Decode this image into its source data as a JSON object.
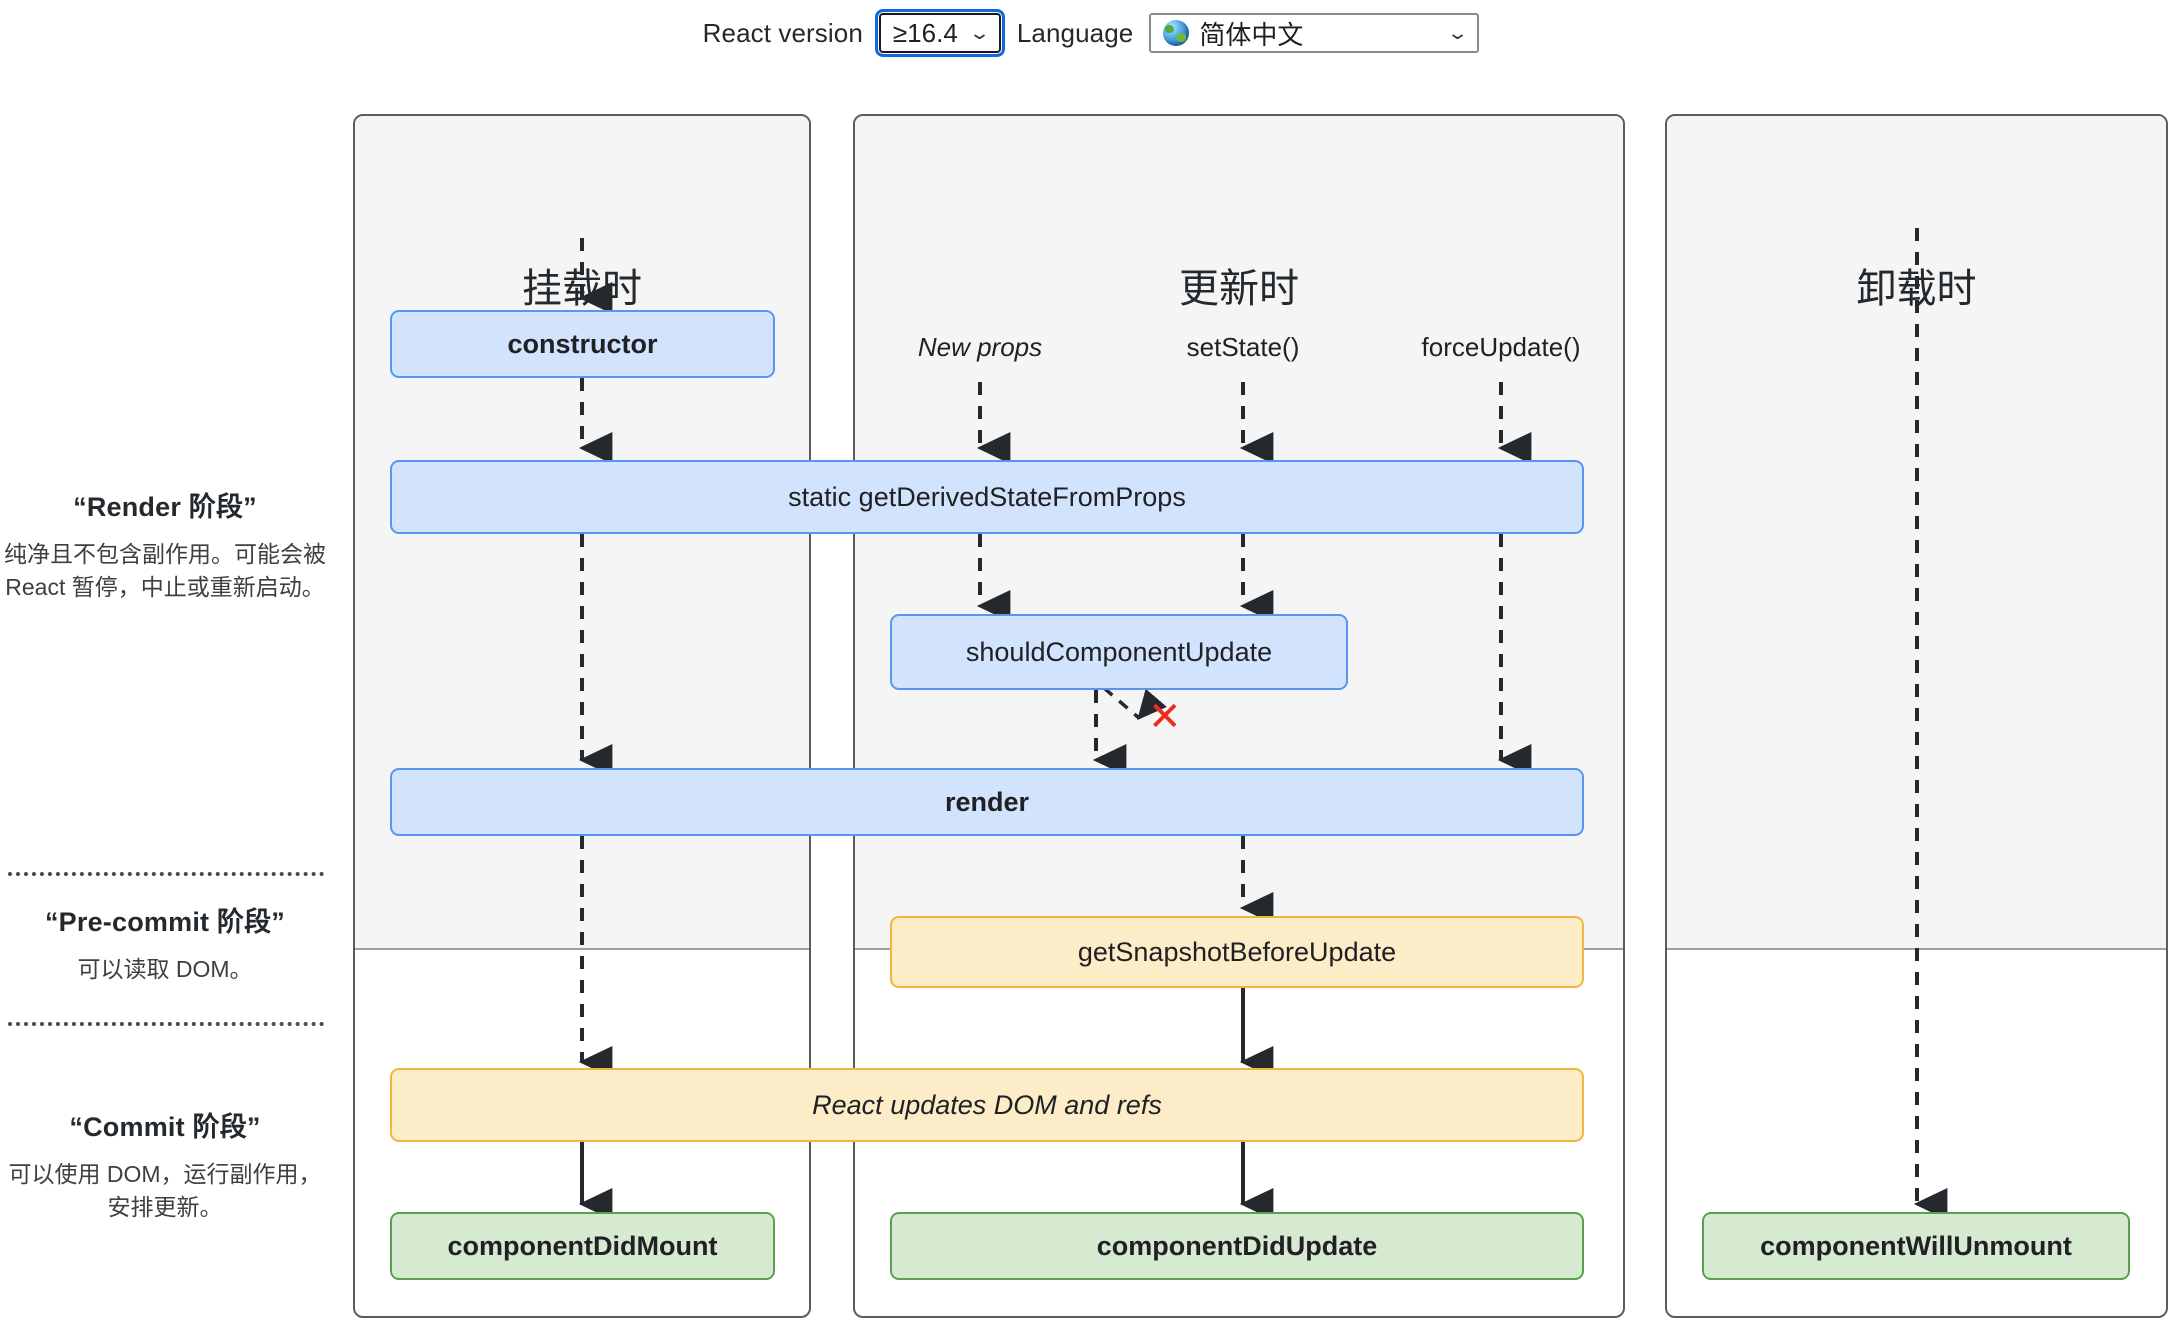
{
  "controls": {
    "react_version_label": "React version",
    "react_version_value": "≥16.4",
    "language_label": "Language",
    "language_value": "简体中文",
    "language_icon": "globe-icon",
    "caret_glyph": "⌄"
  },
  "phases": [
    {
      "title": "“Render 阶段”",
      "desc": "纯净且不包含副作用。可能会被 React 暂停，中止或重新启动。"
    },
    {
      "title": "“Pre-commit 阶段”",
      "desc": "可以读取 DOM。"
    },
    {
      "title": "“Commit 阶段”",
      "desc": "可以使用 DOM，运行副作用，安排更新。"
    }
  ],
  "columns": [
    {
      "title": "挂载时"
    },
    {
      "title": "更新时"
    },
    {
      "title": "卸载时"
    }
  ],
  "triggers": [
    {
      "label": "New props",
      "style": "italic"
    },
    {
      "label": "setState()",
      "style": "normal"
    },
    {
      "label": "forceUpdate()",
      "style": "normal"
    }
  ],
  "boxes": {
    "constructor": "constructor",
    "get_derived_state_from_props": "static getDerivedStateFromProps",
    "should_component_update": "shouldComponentUpdate",
    "render": "render",
    "get_snapshot_before_update": "getSnapshotBeforeUpdate",
    "react_updates_dom_and_refs": "React updates DOM and refs",
    "component_did_mount": "componentDidMount",
    "component_did_update": "componentDidUpdate",
    "component_will_unmount": "componentWillUnmount"
  },
  "marks": {
    "skip_update_x": "✕"
  },
  "colors": {
    "blue_fill": "#d2e3fd",
    "blue_border": "#5b95f0",
    "orange_fill": "#fdecc8",
    "orange_border": "#efb73e",
    "green_fill": "#d6e9d1",
    "green_border": "#5aa04e",
    "panel_gray": "#f5f5f5",
    "panel_border": "#5c5c5c",
    "x_mark_red": "#ef2b1f",
    "focus_blue": "#1268e3"
  }
}
